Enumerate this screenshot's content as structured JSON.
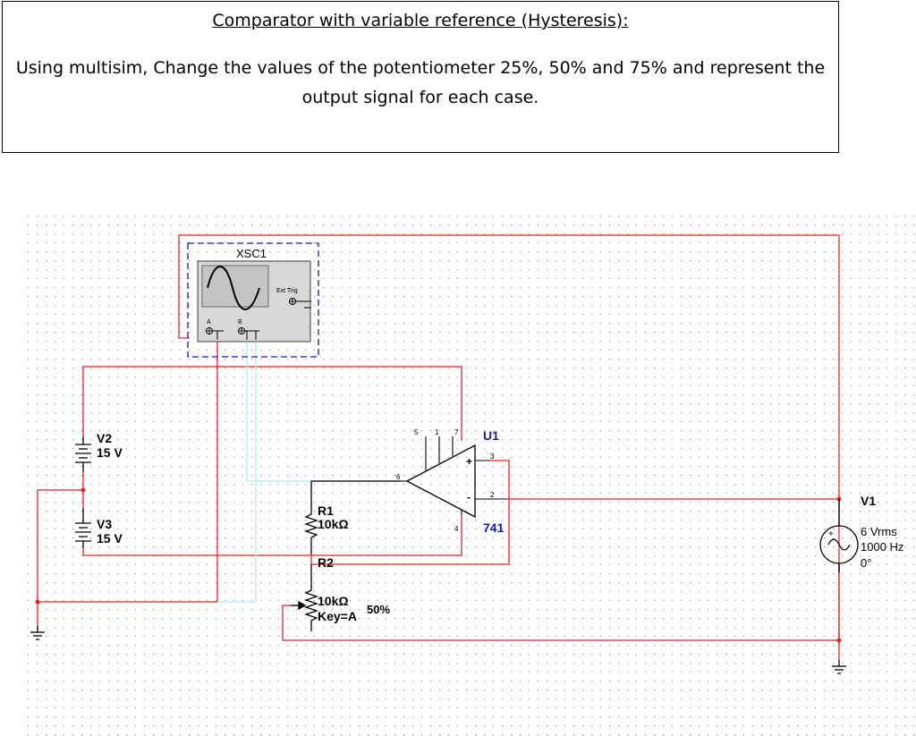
{
  "task": {
    "title": "Comparator with variable reference (Hysteresis):",
    "instruction": "Using multisim, Change the values of the potentiometer 25%, 50% and 75% and represent the output signal for each case."
  },
  "schematic": {
    "oscilloscope": {
      "ref": "XSC1",
      "ext_trig_label": "Ext Trig",
      "channel_a_label": "A",
      "channel_b_label": "B"
    },
    "supply_v2": {
      "ref": "V2",
      "value": "15 V"
    },
    "supply_v3": {
      "ref": "V3",
      "value": "15 V"
    },
    "opamp": {
      "ref": "U1",
      "model": "741",
      "pins": [
        "5",
        "1",
        "7",
        "3",
        "2",
        "6",
        "4"
      ],
      "plus_sign": "+",
      "minus_sign": "-"
    },
    "resistor_r1": {
      "ref": "R1",
      "value": "10kΩ"
    },
    "potentiometer_r2": {
      "ref": "R2",
      "value": "10kΩ",
      "key": "Key=A",
      "setting": "50%"
    },
    "source_v1": {
      "ref": "V1",
      "amplitude": "6 Vrms",
      "frequency": "1000 Hz",
      "phase": "0°"
    },
    "colors": {
      "wire": "#e8231f",
      "probe_wire": "#a8f0f4",
      "component": "#000000",
      "instrument_border": "#1a1aa0",
      "grid_dot": "#8a8a8a"
    }
  }
}
